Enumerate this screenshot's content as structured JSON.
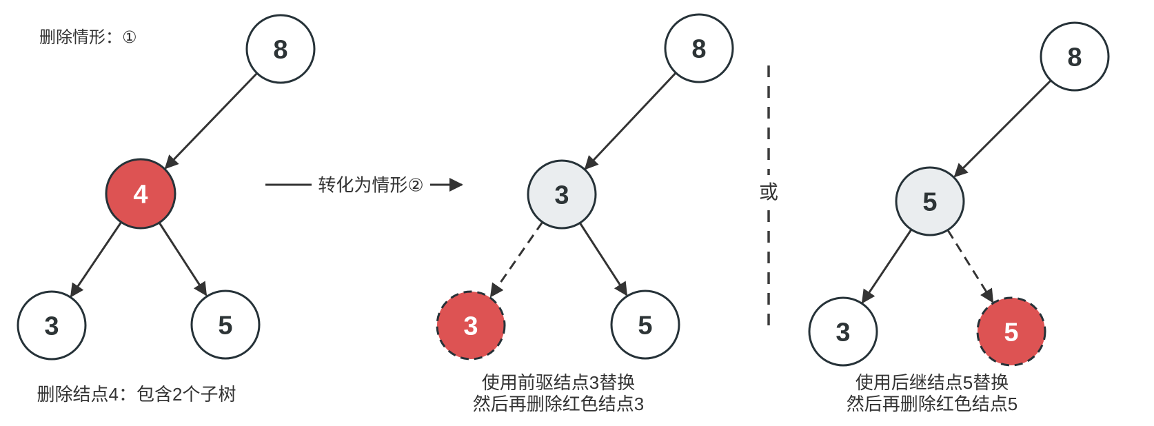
{
  "palette": {
    "node_stroke": "#263238",
    "edge": "#333333",
    "red_fill": "#dd5353",
    "gray_fill": "#eaedef",
    "white_fill": "#ffffff",
    "text": "#333333"
  },
  "header": {
    "title": "删除情形：①"
  },
  "transform_arrow": {
    "label": "转化为情形②"
  },
  "divider": {
    "label": "或"
  },
  "left_tree": {
    "root": "8",
    "target": "4",
    "left_child": "3",
    "right_child": "5",
    "caption": "删除结点4：包含2个子树"
  },
  "middle_tree": {
    "root": "8",
    "replacement": "3",
    "right_child": "5",
    "deleted": "3",
    "caption_line1": "使用前驱结点3替换",
    "caption_line2": "然后再删除红色结点3"
  },
  "right_tree": {
    "root": "8",
    "replacement": "5",
    "left_child": "3",
    "deleted": "5",
    "caption_line1": "使用后继结点5替换",
    "caption_line2": "然后再删除红色结点5"
  }
}
